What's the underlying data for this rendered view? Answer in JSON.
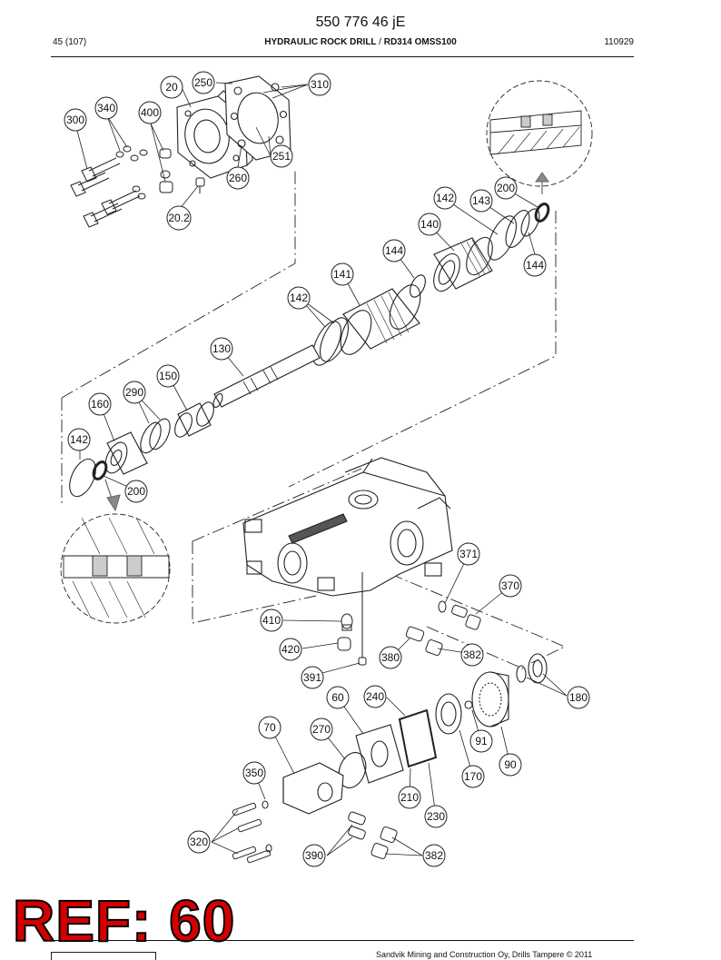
{
  "header": {
    "document_number": "550 776 46 jE",
    "page": "45 (107)",
    "title_main": "HYDRAULIC ROCK DRILL",
    "title_separator": "/",
    "title_model": "RD314 OMSS100",
    "date": "110929"
  },
  "diagram": {
    "callouts": [
      {
        "id": "c-20",
        "label": "20"
      },
      {
        "id": "c-250",
        "label": "250"
      },
      {
        "id": "c-310",
        "label": "310"
      },
      {
        "id": "c-340",
        "label": "340"
      },
      {
        "id": "c-400",
        "label": "400"
      },
      {
        "id": "c-300",
        "label": "300"
      },
      {
        "id": "c-251",
        "label": "251"
      },
      {
        "id": "c-260",
        "label": "260"
      },
      {
        "id": "c-20-2",
        "label": "20.2"
      },
      {
        "id": "c-200-top",
        "label": "200"
      },
      {
        "id": "c-142-top",
        "label": "142"
      },
      {
        "id": "c-143",
        "label": "143"
      },
      {
        "id": "c-140",
        "label": "140"
      },
      {
        "id": "c-144-a",
        "label": "144"
      },
      {
        "id": "c-144-b",
        "label": "144"
      },
      {
        "id": "c-141",
        "label": "141"
      },
      {
        "id": "c-142-mid",
        "label": "142"
      },
      {
        "id": "c-130",
        "label": "130"
      },
      {
        "id": "c-150",
        "label": "150"
      },
      {
        "id": "c-290",
        "label": "290"
      },
      {
        "id": "c-160",
        "label": "160"
      },
      {
        "id": "c-142-left",
        "label": "142"
      },
      {
        "id": "c-200-left",
        "label": "200"
      },
      {
        "id": "c-371",
        "label": "371"
      },
      {
        "id": "c-370",
        "label": "370"
      },
      {
        "id": "c-410",
        "label": "410"
      },
      {
        "id": "c-420",
        "label": "420"
      },
      {
        "id": "c-380",
        "label": "380"
      },
      {
        "id": "c-382-a",
        "label": "382"
      },
      {
        "id": "c-391",
        "label": "391"
      },
      {
        "id": "c-60",
        "label": "60"
      },
      {
        "id": "c-240",
        "label": "240"
      },
      {
        "id": "c-180",
        "label": "180"
      },
      {
        "id": "c-70",
        "label": "70"
      },
      {
        "id": "c-270",
        "label": "270"
      },
      {
        "id": "c-91",
        "label": "91"
      },
      {
        "id": "c-90",
        "label": "90"
      },
      {
        "id": "c-170",
        "label": "170"
      },
      {
        "id": "c-350",
        "label": "350"
      },
      {
        "id": "c-210",
        "label": "210"
      },
      {
        "id": "c-230",
        "label": "230"
      },
      {
        "id": "c-320",
        "label": "320"
      },
      {
        "id": "c-390",
        "label": "390"
      },
      {
        "id": "c-382-b",
        "label": "382"
      }
    ]
  },
  "stamp": {
    "text": "REF: 60"
  },
  "footer": {
    "copyright": "Sandvik Mining and Construction Oy, Drills Tampere © 2011"
  }
}
